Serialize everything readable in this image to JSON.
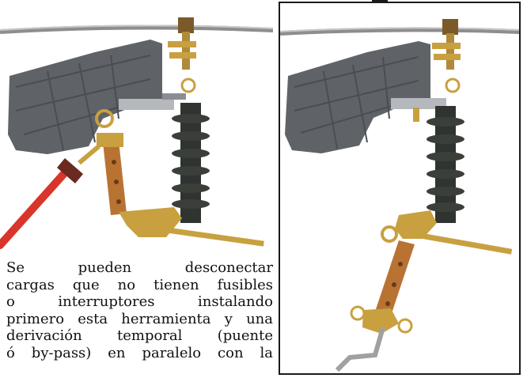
{
  "caption": {
    "lines": [
      "Se pueden desconectar",
      "cargas que no tienen fusibles",
      "o interruptores instalando",
      "primero esta herramienta y una",
      "derivación temporal (puente",
      "ó by-pass) en paralelo con la"
    ]
  },
  "colors": {
    "housing": "#5f6368",
    "copper": "#b87333",
    "brass": "#c8a040",
    "insulator": "#3a3f3a",
    "hotstick": "#d8362a",
    "cable": "#9a9a9a"
  },
  "icons": {
    "left_photo": "cutout-bypass-tool-installed-photo",
    "right_photo": "cutout-bypass-tool-detached-photo"
  }
}
